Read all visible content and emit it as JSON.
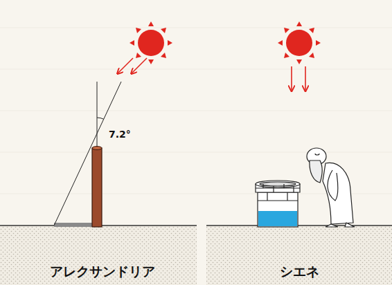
{
  "diagram": {
    "labels": [
      "7.2°",
      "アレクサンドリア",
      "シエネ"
    ]
  }
}
